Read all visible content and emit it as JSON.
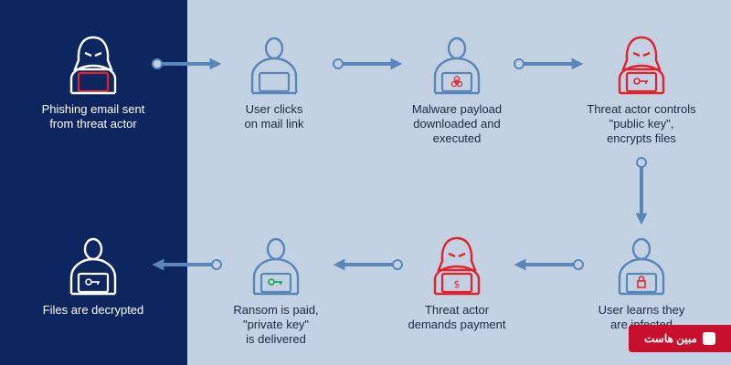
{
  "colors": {
    "panel_dark": "#0d2660",
    "panel_light": "#c3d2e2",
    "icon_blue": "#5b86b9",
    "icon_red": "#e3222c",
    "icon_white": "#ffffff",
    "key_green": "#1aa14a",
    "arrow": "#5b86b9"
  },
  "steps": [
    {
      "label": "Phishing email sent\nfrom threat actor",
      "icon": "hacker-icon",
      "variant": "hacker",
      "color": "white",
      "screen": "blank",
      "screen_color": "red"
    },
    {
      "label": "User clicks\non mail link",
      "icon": "user-icon",
      "variant": "user",
      "color": "blue",
      "screen": "blank"
    },
    {
      "label": "Malware payload\ndownloaded and\nexecuted",
      "icon": "user-icon",
      "variant": "user",
      "color": "blue",
      "screen": "biohazard",
      "screen_color": "red"
    },
    {
      "label": "Threat actor controls\n\"public key\",\nencrypts files",
      "icon": "hacker-icon",
      "variant": "hacker",
      "color": "red",
      "screen": "key",
      "screen_color": "red"
    },
    {
      "label": "User learns they\nare infected",
      "icon": "user-icon",
      "variant": "user",
      "color": "blue",
      "screen": "lock",
      "screen_color": "red"
    },
    {
      "label": "Threat actor\ndemands payment",
      "icon": "hacker-icon",
      "variant": "hacker",
      "color": "red",
      "screen": "dollar",
      "screen_color": "red"
    },
    {
      "label": "Ransom is paid,\n\"private key\"\nis delivered",
      "icon": "user-icon",
      "variant": "user",
      "color": "blue",
      "screen": "key",
      "screen_color": "green"
    },
    {
      "label": "Files are decrypted",
      "icon": "user-icon",
      "variant": "user",
      "color": "white",
      "screen": "key",
      "screen_color": "white"
    }
  ],
  "watermark": {
    "text": "مبین هاست"
  }
}
